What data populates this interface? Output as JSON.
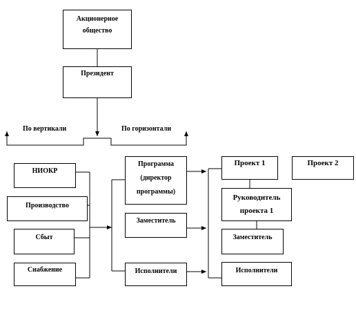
{
  "nodes": {
    "joint_stock": {
      "lines": [
        "Акционерное",
        "общество"
      ]
    },
    "president": {
      "lines": [
        "Президент"
      ]
    },
    "niokr": {
      "lines": [
        "НИОКР"
      ]
    },
    "production": {
      "lines": [
        "Производство"
      ]
    },
    "sales": {
      "lines": [
        "Сбыт"
      ]
    },
    "supply": {
      "lines": [
        "Снабжение"
      ]
    },
    "program": {
      "lines": [
        "Программа",
        "(директор",
        "программы)"
      ]
    },
    "deputy_program": {
      "lines": [
        "Заместитель"
      ]
    },
    "executors_program": {
      "lines": [
        "Исполнители"
      ]
    },
    "project1": {
      "lines": [
        "Проект 1"
      ]
    },
    "project2": {
      "lines": [
        "Проект 2"
      ]
    },
    "project1_head": {
      "lines": [
        "Руководитель",
        "проекта 1"
      ]
    },
    "deputy_project": {
      "lines": [
        "Заместитель"
      ]
    },
    "executors_project": {
      "lines": [
        "Исполнители"
      ]
    }
  },
  "labels": {
    "vertical": "По вертикали",
    "horizontal": "По горизонтали"
  }
}
